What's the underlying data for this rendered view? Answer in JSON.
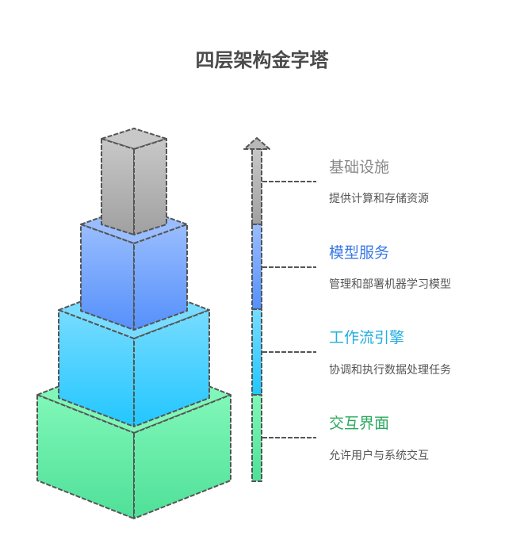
{
  "title": "四层架构金字塔",
  "layers": [
    {
      "name": "基础设施",
      "description": "提供计算和存储资源",
      "color": "#8a8a8a",
      "top": "#c8c8c8",
      "bottom": "#a0a0a0"
    },
    {
      "name": "模型服务",
      "description": "管理和部署机器学习模型",
      "color": "#3a78e6",
      "top": "#99bdfe",
      "bottom": "#5590fb"
    },
    {
      "name": "工作流引擎",
      "description": "协调和执行数据处理任务",
      "color": "#22aee0",
      "top": "#77dcff",
      "bottom": "#22c6ff"
    },
    {
      "name": "交互界面",
      "description": "允许用户与系统交互",
      "color": "#2aaa5e",
      "top": "#80f7b8",
      "bottom": "#4fe098"
    }
  ]
}
